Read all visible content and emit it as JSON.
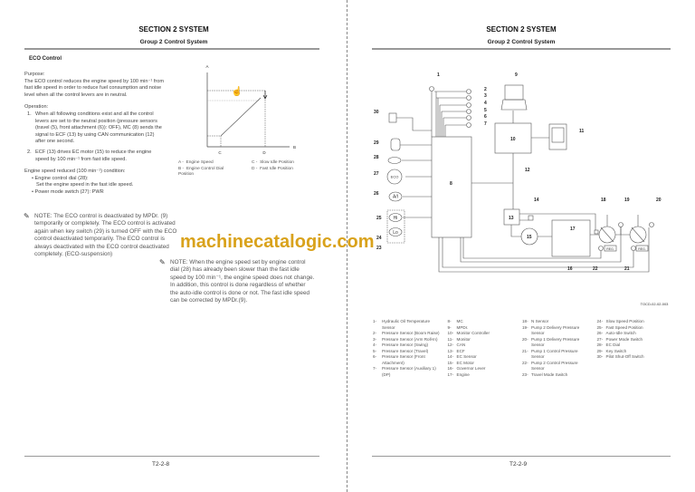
{
  "left_page": {
    "section": "SECTION 2 SYSTEM",
    "group": "Group 2 Control System",
    "heading": "ECO Control",
    "purpose_label": "Purpose:",
    "purpose_text": "The ECO control reduces the engine speed by 100 min⁻¹ from fast idle speed in order to reduce fuel consumption and noise level when all the control levers are in neutral.",
    "operation_label": "Operation:",
    "operation_steps": [
      {
        "n": "1.",
        "text": "When all following conditions exist and all the control levers are set to the neutral position (pressure sensors (travel (5), front attachment (6)): OFF), MC (8) sends the signal to ECF (13) by using CAN communication (12) after one second."
      },
      {
        "n": "2.",
        "text": "ECF (13) drives EC motor (15) to reduce the engine speed by 100 min⁻¹ from fast idle speed."
      }
    ],
    "condition_label": "Engine speed reduced (100 min⁻¹) condition:",
    "conditions": [
      "Engine control dial (28):",
      "Set the engine speed in the fast idle speed.",
      "Power mode switch (27): PWR"
    ],
    "note1": "NOTE: The ECO control is deactivated by MPDr. (9) temporarily or completely. The ECO control is activated again when key switch (29) is turned OFF with the ECO control deactivated temporarily. The ECO control is always deactivated with the ECO control deactivated completely. (ECO-suspension)",
    "note2": "NOTE: When the engine speed set by engine control dial (28) has already been slower than the fast idle speed by 100 min⁻¹, the engine speed does not change. In addition, this control is done regardless of whether the auto-idle control is done or not. The fast idle speed can be corrected by MPDr.(9).",
    "graph": {
      "axis_labels": {
        "a": "A",
        "b": "B",
        "c": "C",
        "d": "D"
      },
      "legend": [
        {
          "k": "A -",
          "v": "Engine Speed"
        },
        {
          "k": "B -",
          "v": "Engine Control Dial Position"
        },
        {
          "k": "C -",
          "v": "Slow Idle Position"
        },
        {
          "k": "D -",
          "v": "Fast Idle Position"
        }
      ]
    },
    "page_number": "T2-2-8"
  },
  "watermark": "machinecatalogic.com",
  "right_page": {
    "section": "SECTION 2 SYSTEM",
    "group": "Group 2 Control System",
    "diagram": {
      "labels": [
        "1",
        "2",
        "3",
        "4",
        "5",
        "6",
        "7",
        "8",
        "9",
        "10",
        "11",
        "12",
        "13",
        "14",
        "15",
        "16",
        "17",
        "18",
        "19",
        "20",
        "21",
        "22",
        "23",
        "24",
        "25",
        "26",
        "27",
        "28",
        "29",
        "30"
      ],
      "symbols": {
        "eco": "ECO",
        "ai": "A/I",
        "hi": "Hi",
        "lo": "Lo",
        "reg": "REG."
      },
      "figure_id": "TOCD-02-02-003"
    },
    "legend_columns": [
      [
        {
          "n": "1-",
          "t": "Hydraulic Oil Temperature Sensor"
        },
        {
          "n": "2-",
          "t": "Pressure Sensor (Boom Raise)"
        },
        {
          "n": "3-",
          "t": "Pressure Sensor (Arm Roll-In)"
        },
        {
          "n": "4-",
          "t": "Pressure Sensor (Swing)"
        },
        {
          "n": "5-",
          "t": "Pressure Sensor (Travel)"
        },
        {
          "n": "6-",
          "t": "Pressure Sensor (Front Attachment)"
        },
        {
          "n": "7-",
          "t": "Pressure Sensor (Auxiliary 1) (DP)"
        }
      ],
      [
        {
          "n": "8-",
          "t": "MC"
        },
        {
          "n": "9-",
          "t": "MPDr."
        },
        {
          "n": "10-",
          "t": "Monitor Controller"
        },
        {
          "n": "11-",
          "t": "Monitor"
        },
        {
          "n": "12-",
          "t": "CAN"
        },
        {
          "n": "13-",
          "t": "ECF"
        },
        {
          "n": "14-",
          "t": "EC Sensor"
        },
        {
          "n": "15-",
          "t": "EC Motor"
        },
        {
          "n": "16-",
          "t": "Governor Lever"
        },
        {
          "n": "17-",
          "t": "Engine"
        }
      ],
      [
        {
          "n": "18-",
          "t": "N Sensor"
        },
        {
          "n": "19-",
          "t": "Pump 2 Delivery Pressure Sensor"
        },
        {
          "n": "20-",
          "t": "Pump 1 Delivery Pressure Sensor"
        },
        {
          "n": "21-",
          "t": "Pump 1 Control Pressure Sensor"
        },
        {
          "n": "22-",
          "t": "Pump 2 Control Pressure Sensor"
        },
        {
          "n": "23-",
          "t": "Travel Mode Switch"
        }
      ],
      [
        {
          "n": "24-",
          "t": "Slow Speed Position"
        },
        {
          "n": "25-",
          "t": "Fast Speed Position"
        },
        {
          "n": "26-",
          "t": "Auto-Idle Switch"
        },
        {
          "n": "27-",
          "t": "Power Mode Switch"
        },
        {
          "n": "28-",
          "t": "EC Dial"
        },
        {
          "n": "29-",
          "t": "Key Switch"
        },
        {
          "n": "30-",
          "t": "Pilot Shut-Off Switch"
        }
      ]
    ],
    "page_number": "T2-2-9"
  },
  "colors": {
    "watermark": "#d9a21b",
    "rule": "#999999"
  }
}
